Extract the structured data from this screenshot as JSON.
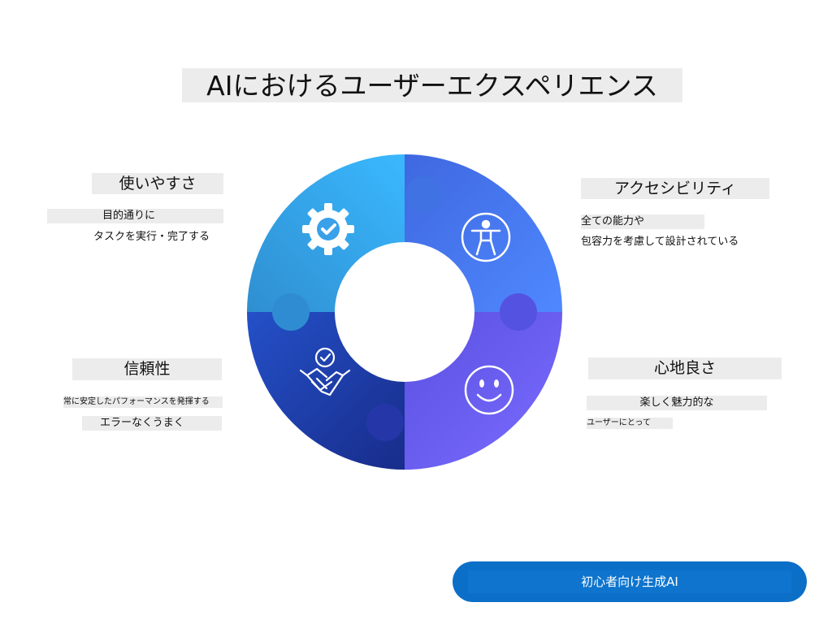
{
  "title": "AIにおけるユーザーエクスペリエンス",
  "quadrants": {
    "usability": {
      "label": "使いやすさ",
      "desc_line1": "目的通りに",
      "desc_line2": "タスクを実行・完了する",
      "icon": "gear-check-icon",
      "color": "#3aa8f0"
    },
    "accessibility": {
      "label": "アクセシビリティ",
      "desc_line1": "全ての能力や",
      "desc_line2": "包容力を考慮して設計されている",
      "icon": "accessibility-icon",
      "color": "#4c7ef0"
    },
    "trust": {
      "label": "信頼性",
      "desc_line1": "常に安定したパフォーマンスを発揮する",
      "desc_line2": "エラーなくうまく",
      "icon": "handshake-icon",
      "color": "#1f3aa0"
    },
    "delight": {
      "label": "心地良さ",
      "desc_line1": "楽しく魅力的な",
      "desc_line2": "ユーザーにとって",
      "icon": "smiley-icon",
      "color": "#6a5cf0"
    }
  },
  "cta": {
    "label": "初心者向け生成AI",
    "color": "#0b6fc8"
  }
}
